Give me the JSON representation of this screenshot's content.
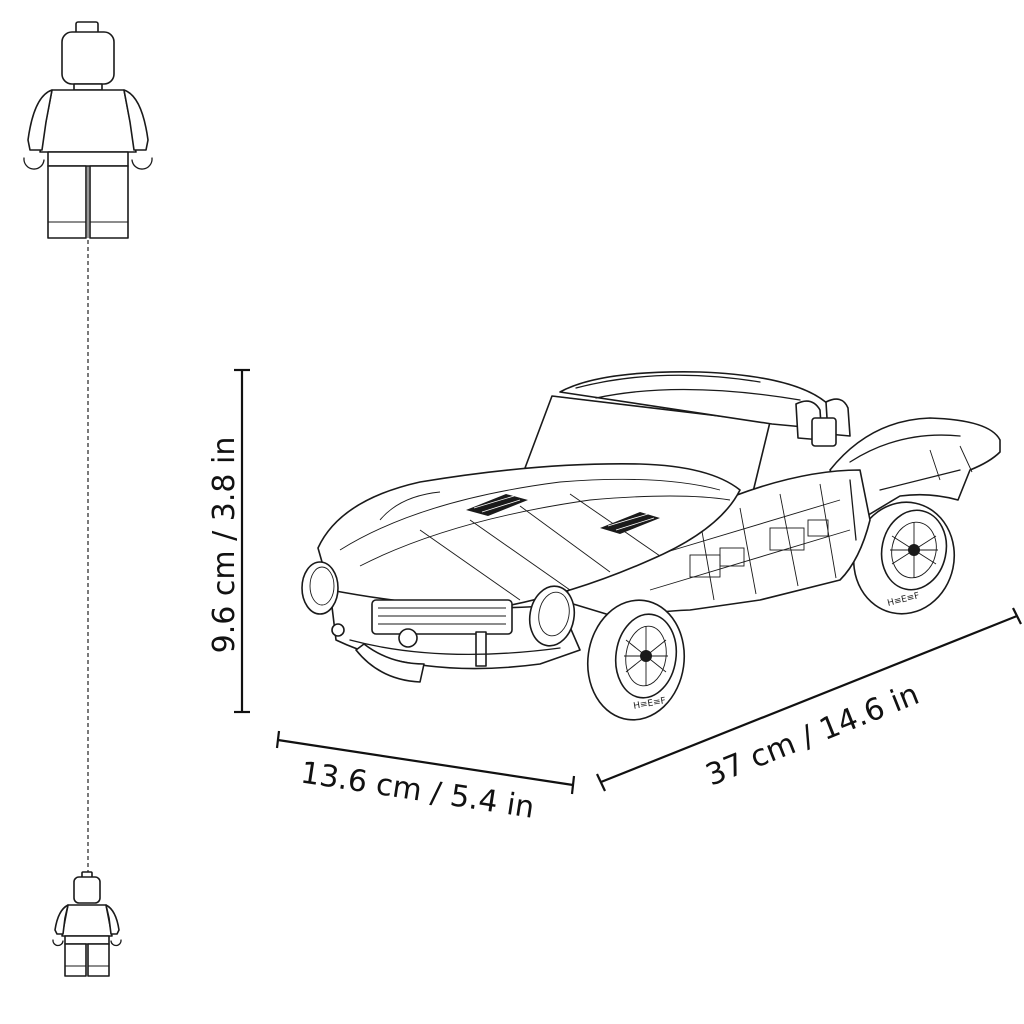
{
  "dimensions": {
    "height_label": "9.6 cm / 3.8 in",
    "width_label": "13.6 cm / 5.4 in",
    "length_label": "37 cm / 14.6 in"
  },
  "tire_text": "H≡E≡F",
  "colors": {
    "line": "#1a1a1a",
    "background": "#ffffff"
  }
}
